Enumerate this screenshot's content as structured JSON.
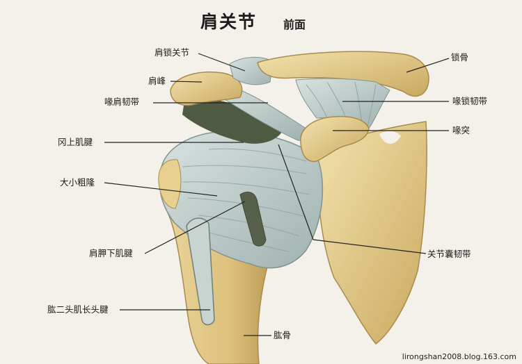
{
  "title": "肩关节",
  "subtitle": "前面",
  "labels": {
    "acromioclavicular_joint": "肩锁关节",
    "clavicle": "锁骨",
    "acromion": "肩峰",
    "coracoacromial_ligament": "喙肩韧带",
    "coracoclavicular_ligament": "喙锁韧带",
    "coracoid_process": "喙突",
    "supraspinatus_tendon": "冈上肌腱",
    "greater_lesser_tubercle": "大小粗隆",
    "subscapularis_tendon": "肩胛下肌腱",
    "capsular_ligament": "关节囊韧带",
    "biceps_long_head_tendon": "肱二头肌长头腱",
    "humerus": "肱骨"
  },
  "credit": "lirongshan2008.blog.163.com",
  "colors": {
    "background": "#f3f1ea",
    "bone": "#e6cf8f",
    "bone_dark": "#b79a55",
    "ligament": "#c7d3d2",
    "ligament_dark": "#8fa3a2",
    "shadow": "#4e5a41",
    "leader": "#222222"
  }
}
